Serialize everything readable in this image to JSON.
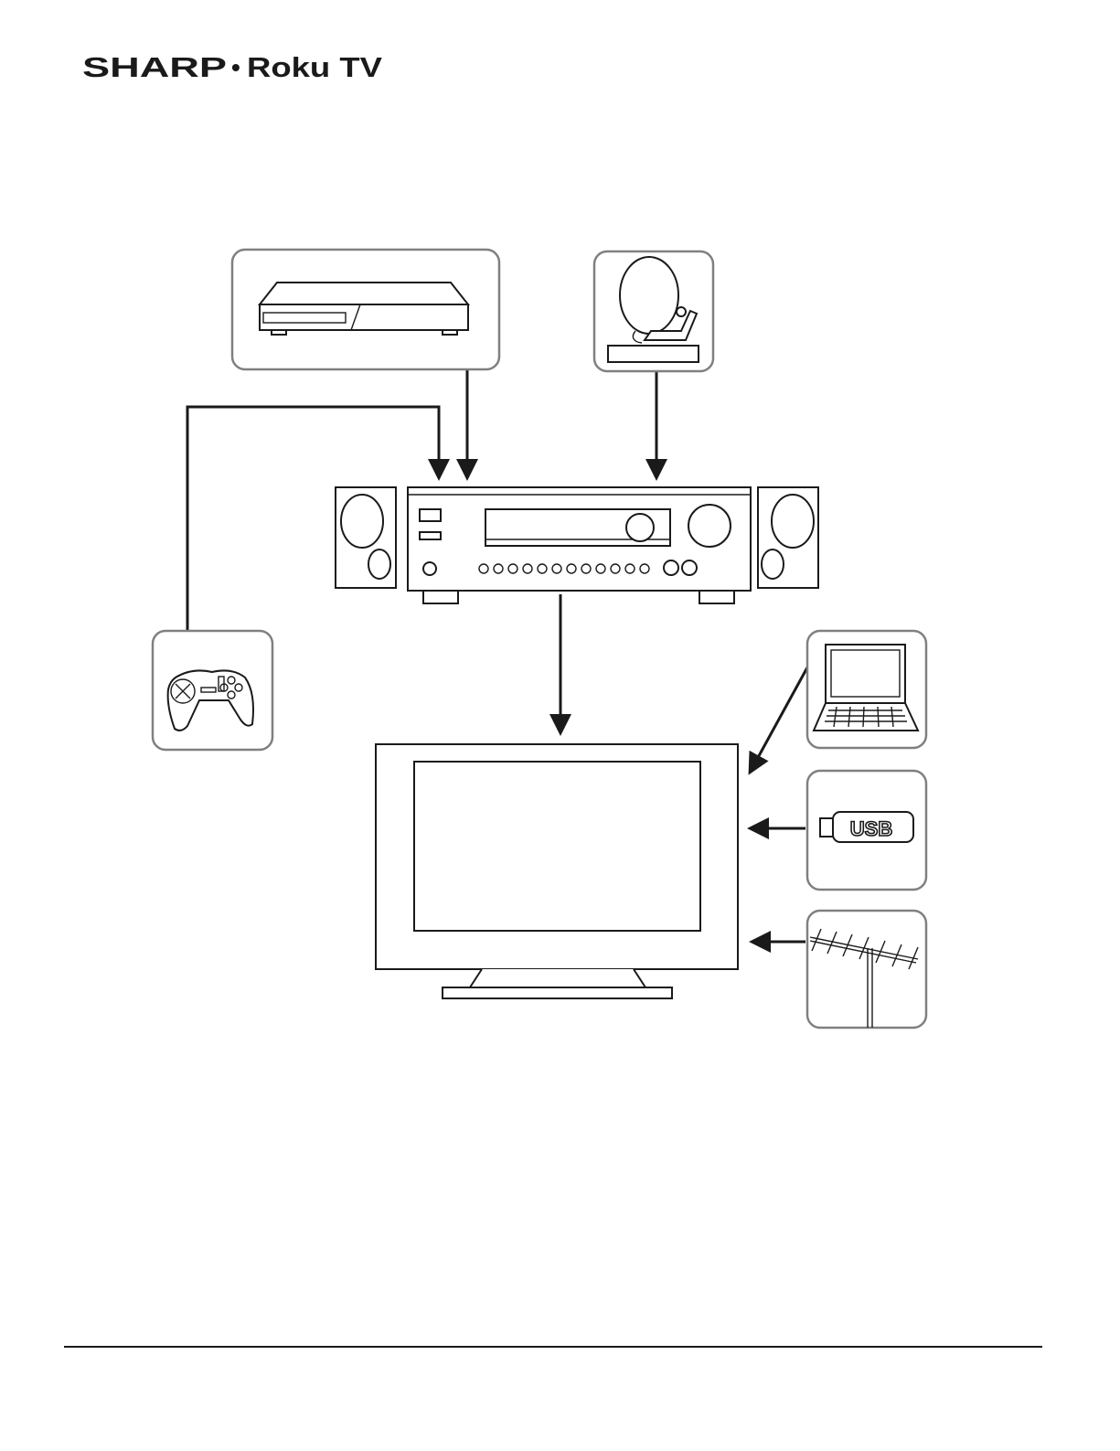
{
  "header": {
    "brand": "SHARP",
    "separator": "•",
    "product": "Roku TV"
  },
  "devices": {
    "usb": {
      "label": "USB"
    }
  },
  "icons": [
    "blu-ray-player-icon",
    "satellite-dish-icon",
    "game-controller-icon",
    "av-receiver-icon",
    "speaker-icon",
    "laptop-icon",
    "usb-drive-icon",
    "antenna-icon",
    "tv-icon"
  ],
  "colors": {
    "line": "#1a1a1a",
    "box_border": "#808080"
  }
}
